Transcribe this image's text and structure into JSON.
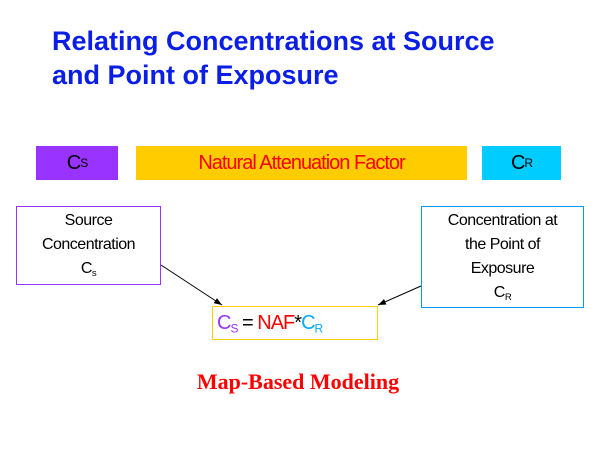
{
  "title": {
    "line1": "Relating Concentrations at Source",
    "line2": "and Point of Exposure"
  },
  "bars": {
    "cs": {
      "main": "C",
      "sub": "S"
    },
    "naf": "Natural Attenuation Factor",
    "cr": {
      "main": "C",
      "sub": "R"
    }
  },
  "source_box": {
    "line1": "Source",
    "line2": "Concentration",
    "sym": "C",
    "sub": "s"
  },
  "exposure_box": {
    "line1": "Concentration at",
    "line2": "the Point of",
    "line3": "Exposure",
    "sym": "C",
    "sub": "R"
  },
  "equation": {
    "cs": "C",
    "cs_sub": "S",
    "eq": " = ",
    "naf": "NAF",
    "star": "*",
    "cr": "C",
    "cr_sub": "R"
  },
  "footer": "Map-Based Modeling",
  "colors": {
    "title": "#0b1ee6",
    "purple": "#9933ff",
    "yellow": "#ffcc00",
    "cyan": "#00ccff",
    "red": "#ff0000"
  }
}
